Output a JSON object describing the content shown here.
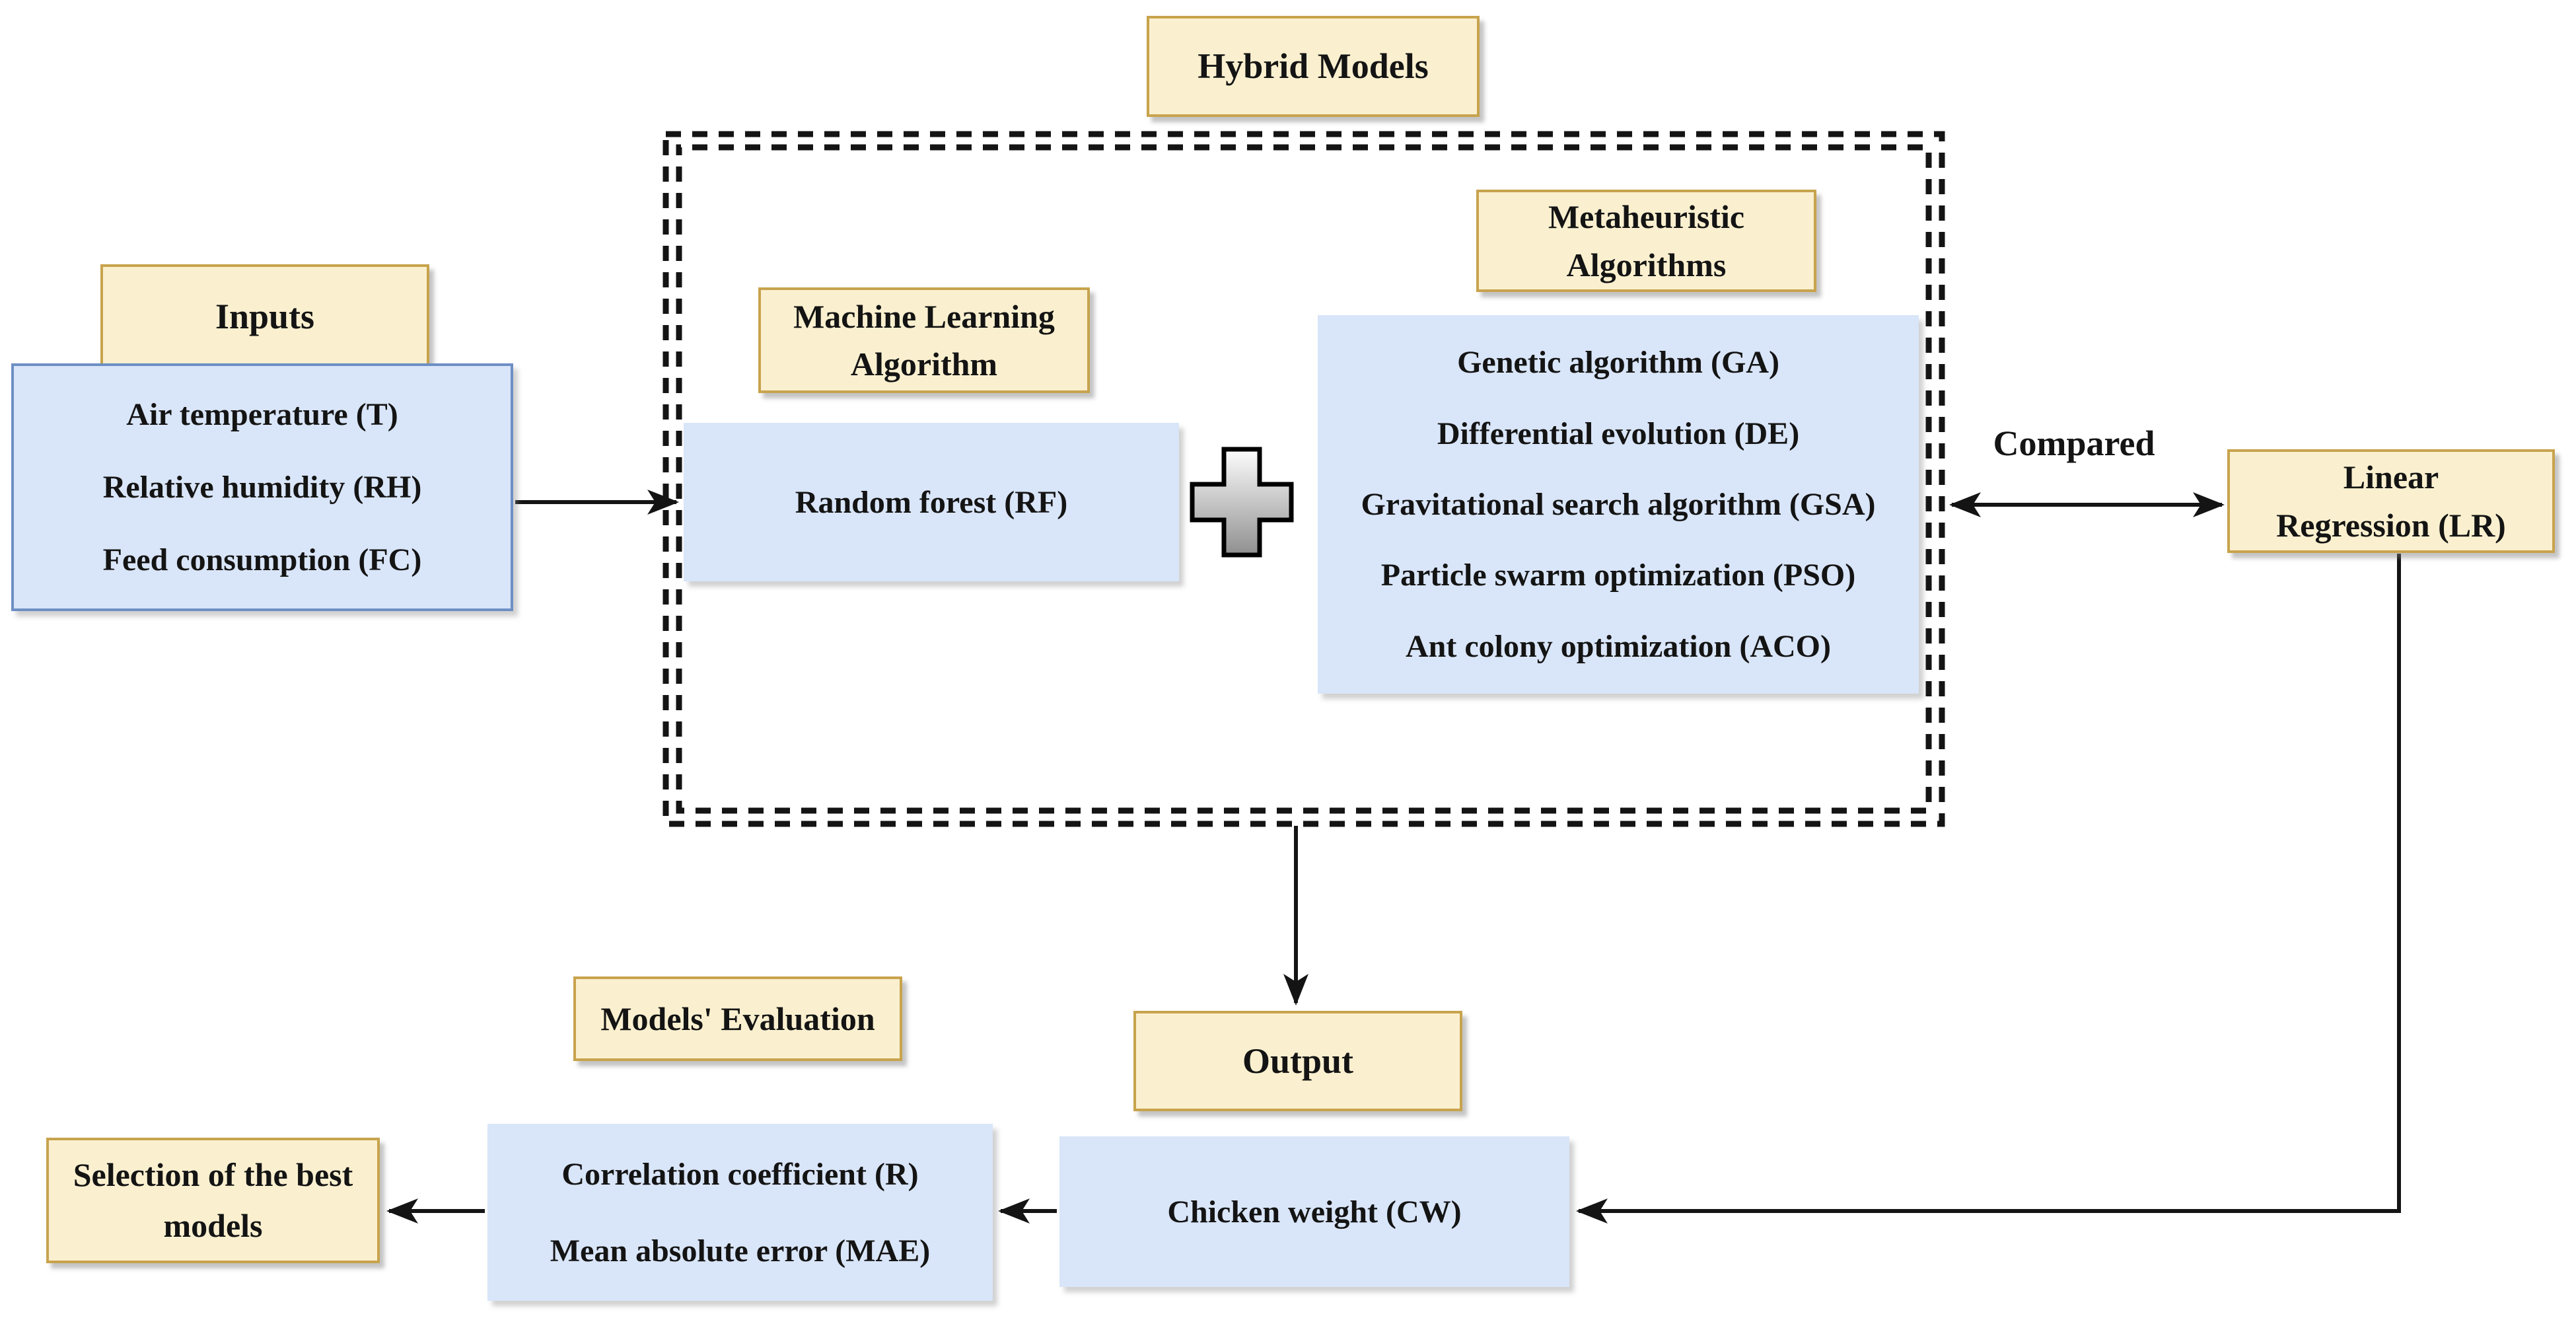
{
  "diagram_title": "Hybrid Models",
  "colors": {
    "background": "#ffffff",
    "title_box_fill": "#faf0cf",
    "title_box_border": "#c8a34d",
    "content_box_fill": "#d9e5f8",
    "inputs_box_border": "#6d8fc4",
    "line_color": "#141414",
    "text_color": "#141414",
    "plus_fill_top": "#fdfdfd",
    "plus_fill_bottom": "#8f8f8f"
  },
  "nodes": {
    "hybrid_models": {
      "label": "Hybrid Models"
    },
    "inputs": {
      "label": "Inputs"
    },
    "ml_algorithm": {
      "label": "Machine Learning\nAlgorithm"
    },
    "metaheuristic": {
      "label": "Metaheuristic\nAlgorithms"
    },
    "linear_regression": {
      "label": "Linear\nRegression (LR)"
    },
    "output": {
      "label": "Output"
    },
    "models_evaluation": {
      "label": "Models' Evaluation"
    },
    "selection": {
      "label": "Selection of the best\nmodels"
    }
  },
  "lists": {
    "inputs": {
      "items": [
        "Air temperature (T)",
        "Relative humidity (RH)",
        "Feed consumption (FC)"
      ]
    },
    "machine_learning": {
      "items": [
        "Random forest (RF)"
      ]
    },
    "metaheuristics": {
      "items": [
        "Genetic algorithm (GA)",
        "Differential evolution (DE)",
        "Gravitational search algorithm (GSA)",
        "Particle swarm optimization (PSO)",
        "Ant colony optimization (ACO)"
      ]
    },
    "output": {
      "items": [
        "Chicken weight (CW)"
      ]
    },
    "evaluation": {
      "items": [
        "Correlation coefficient (R)",
        "Mean absolute error (MAE)"
      ]
    }
  },
  "labels": {
    "compared": "Compared"
  },
  "icons": {
    "plus": "plus"
  }
}
